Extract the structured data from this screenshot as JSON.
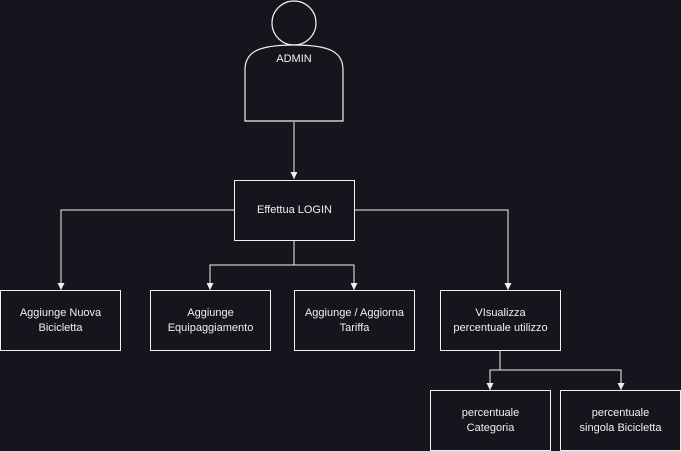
{
  "diagram": {
    "actor": {
      "label": "ADMIN"
    },
    "nodes": {
      "login": "Effettua LOGIN",
      "add_bike": "Aggiunge Nuova\nBicicletta",
      "add_equipment": "Aggiunge\nEquipaggiamento",
      "rate": "Aggiunge / Aggiorna\nTariffa",
      "view_usage": "VIsualizza\npercentuale utilizzo",
      "pct_category": "percentuale\nCategoria",
      "pct_bike": "percentuale\nsingola Bicicletta"
    },
    "edges": [
      {
        "from": "actor",
        "to": "login"
      },
      {
        "from": "login",
        "to": "add_bike"
      },
      {
        "from": "login",
        "to": "add_equipment"
      },
      {
        "from": "login",
        "to": "rate"
      },
      {
        "from": "login",
        "to": "view_usage"
      },
      {
        "from": "view_usage",
        "to": "pct_category"
      },
      {
        "from": "view_usage",
        "to": "pct_bike"
      }
    ],
    "colors": {
      "background": "#18141d",
      "stroke": "#f0f0f0"
    }
  }
}
